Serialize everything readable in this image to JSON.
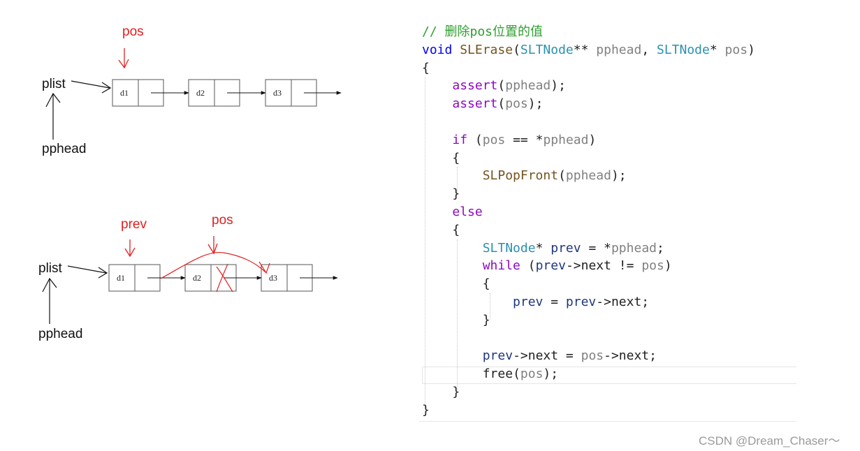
{
  "diagram": {
    "top": {
      "pointer_label": "pos",
      "head_label": "plist",
      "pphead_label": "pphead",
      "nodes": [
        "d1",
        "d2",
        "d3"
      ]
    },
    "bottom": {
      "prev_label": "prev",
      "pos_label": "pos",
      "head_label": "plist",
      "pphead_label": "pphead",
      "nodes": [
        "d1",
        "d2",
        "d3"
      ]
    }
  },
  "code": {
    "lines": [
      [
        {
          "t": "// 删除pos位置的值",
          "c": "comment"
        }
      ],
      [
        {
          "t": "void",
          "c": "kw"
        },
        {
          "t": " ",
          "c": "plain"
        },
        {
          "t": "SLErase",
          "c": "fn"
        },
        {
          "t": "(",
          "c": "plain"
        },
        {
          "t": "SLTNode",
          "c": "type"
        },
        {
          "t": "** ",
          "c": "plain"
        },
        {
          "t": "pphead",
          "c": "param"
        },
        {
          "t": ", ",
          "c": "plain"
        },
        {
          "t": "SLTNode",
          "c": "type"
        },
        {
          "t": "* ",
          "c": "plain"
        },
        {
          "t": "pos",
          "c": "param"
        },
        {
          "t": ")",
          "c": "plain"
        }
      ],
      [
        {
          "t": "{",
          "c": "plain"
        }
      ],
      [
        {
          "t": "    ",
          "c": "plain"
        },
        {
          "t": "assert",
          "c": "ctl"
        },
        {
          "t": "(",
          "c": "plain"
        },
        {
          "t": "pphead",
          "c": "param"
        },
        {
          "t": ");",
          "c": "plain"
        }
      ],
      [
        {
          "t": "    ",
          "c": "plain"
        },
        {
          "t": "assert",
          "c": "ctl"
        },
        {
          "t": "(",
          "c": "plain"
        },
        {
          "t": "pos",
          "c": "param"
        },
        {
          "t": ");",
          "c": "plain"
        }
      ],
      [],
      [
        {
          "t": "    ",
          "c": "plain"
        },
        {
          "t": "if",
          "c": "ctl"
        },
        {
          "t": " (",
          "c": "plain"
        },
        {
          "t": "pos",
          "c": "param"
        },
        {
          "t": " == *",
          "c": "plain"
        },
        {
          "t": "pphead",
          "c": "param"
        },
        {
          "t": ")",
          "c": "plain"
        }
      ],
      [
        {
          "t": "    {",
          "c": "plain"
        }
      ],
      [
        {
          "t": "        ",
          "c": "plain"
        },
        {
          "t": "SLPopFront",
          "c": "fn"
        },
        {
          "t": "(",
          "c": "plain"
        },
        {
          "t": "pphead",
          "c": "param"
        },
        {
          "t": ");",
          "c": "plain"
        }
      ],
      [
        {
          "t": "    }",
          "c": "plain"
        }
      ],
      [
        {
          "t": "    ",
          "c": "plain"
        },
        {
          "t": "else",
          "c": "ctl"
        }
      ],
      [
        {
          "t": "    {",
          "c": "plain"
        }
      ],
      [
        {
          "t": "        ",
          "c": "plain"
        },
        {
          "t": "SLTNode",
          "c": "type"
        },
        {
          "t": "* ",
          "c": "plain"
        },
        {
          "t": "prev",
          "c": "local"
        },
        {
          "t": " = *",
          "c": "plain"
        },
        {
          "t": "pphead",
          "c": "param"
        },
        {
          "t": ";",
          "c": "plain"
        }
      ],
      [
        {
          "t": "        ",
          "c": "plain"
        },
        {
          "t": "while",
          "c": "ctl"
        },
        {
          "t": " (",
          "c": "plain"
        },
        {
          "t": "prev",
          "c": "local"
        },
        {
          "t": "->next != ",
          "c": "plain"
        },
        {
          "t": "pos",
          "c": "param"
        },
        {
          "t": ")",
          "c": "plain"
        }
      ],
      [
        {
          "t": "        {",
          "c": "plain"
        }
      ],
      [
        {
          "t": "            ",
          "c": "plain"
        },
        {
          "t": "prev",
          "c": "local"
        },
        {
          "t": " = ",
          "c": "plain"
        },
        {
          "t": "prev",
          "c": "local"
        },
        {
          "t": "->next;",
          "c": "plain"
        }
      ],
      [
        {
          "t": "        }",
          "c": "plain"
        }
      ],
      [],
      [
        {
          "t": "        ",
          "c": "plain"
        },
        {
          "t": "prev",
          "c": "local"
        },
        {
          "t": "->next = ",
          "c": "plain"
        },
        {
          "t": "pos",
          "c": "param"
        },
        {
          "t": "->next;",
          "c": "plain"
        }
      ],
      [
        {
          "t": "        ",
          "c": "plain"
        },
        {
          "t": "free",
          "c": "plain"
        },
        {
          "t": "(",
          "c": "plain"
        },
        {
          "t": "pos",
          "c": "param"
        },
        {
          "t": ");",
          "c": "plain"
        }
      ],
      [
        {
          "t": "    }",
          "c": "plain"
        }
      ],
      [
        {
          "t": "}",
          "c": "plain"
        }
      ]
    ]
  },
  "watermark": "CSDN @Dream_Chaser～",
  "colors": {
    "annotation_red": "#e02020",
    "comment": "#2f9e2f",
    "keyword": "#0000ff",
    "control": "#8f08c4",
    "type": "#2b91af",
    "function": "#74531f",
    "parameter": "#808080",
    "local": "#1f377f"
  }
}
